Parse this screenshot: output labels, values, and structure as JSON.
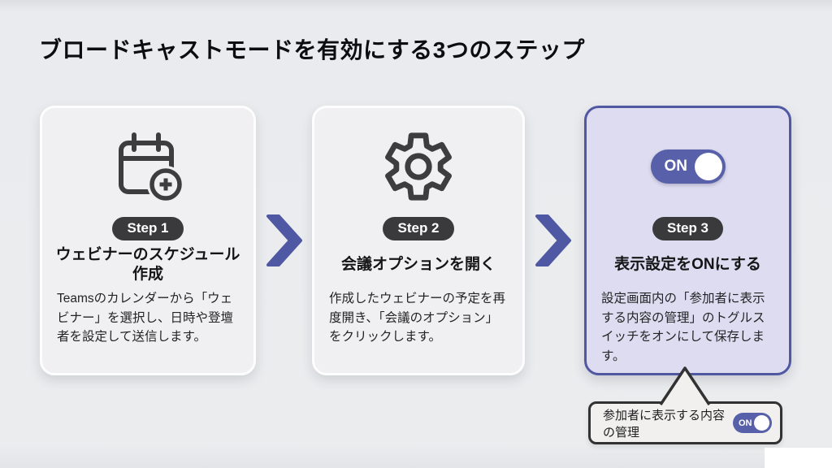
{
  "title": "ブロードキャストモードを有効にする3つのステップ",
  "steps": [
    {
      "badge": "Step 1",
      "icon": "calendar-add-icon",
      "heading": "ウェビナーのスケジュール作成",
      "body": "Teamsのカレンダーから「ウェビナー」を選択し、日時や登壇者を設定して送信します。"
    },
    {
      "badge": "Step 2",
      "icon": "gear-icon",
      "heading": "会議オプションを開く",
      "body": "作成したウェビナーの予定を再度開き、「会議のオプション」をクリックします。"
    },
    {
      "badge": "Step 3",
      "icon": "toggle-on-switch",
      "toggle_label": "ON",
      "heading": "表示設定をONにする",
      "body": "設定画面内の「参加者に表示する内容の管理」のトグルスイッチをオンにして保存します。"
    }
  ],
  "callout": {
    "label": "参加者に表示する内容の管理",
    "toggle_label": "ON"
  },
  "colors": {
    "background": "#e9ebee",
    "card_bg": "#f0f0f2",
    "card_border": "#fdfdfd",
    "highlight_card_bg": "#dedcf0",
    "highlight_border": "#5058a2",
    "accent_purple": "#5760a8",
    "chevron_purple": "#4f58a3",
    "badge_bg": "#3a3a3c",
    "icon_stroke": "#3d3d3f",
    "callout_border": "#323232",
    "callout_bg": "#f1f0ee"
  }
}
